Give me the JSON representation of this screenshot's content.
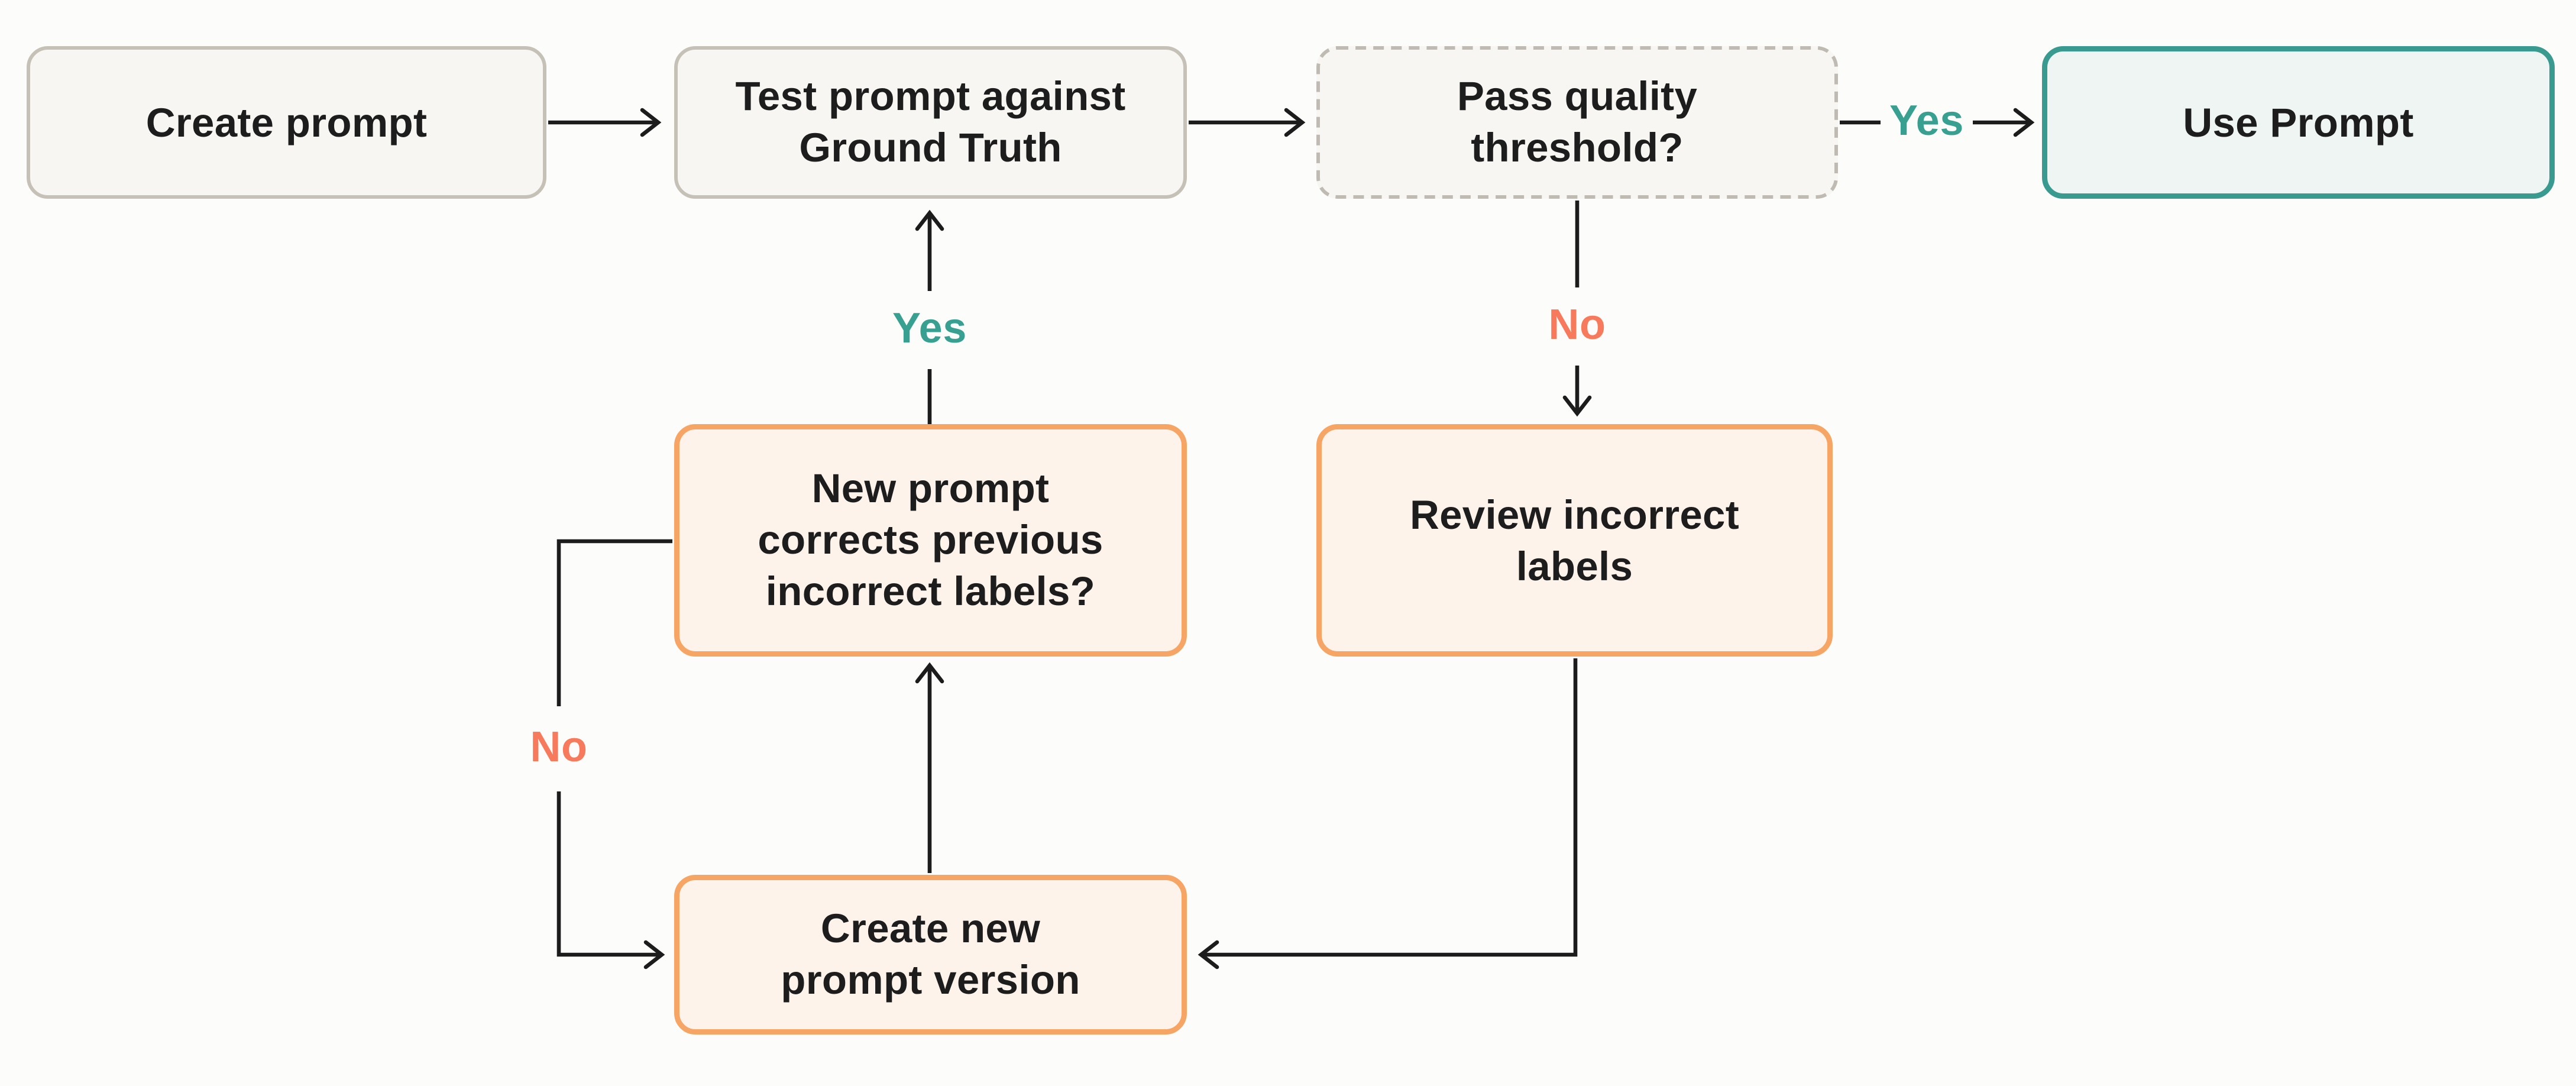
{
  "diagram": {
    "type": "flowchart",
    "background": "#fcfcfa",
    "colors": {
      "neutral_box_border": "#c6c1b7",
      "neutral_box_fill": "#f7f6f3",
      "decision_box_border_dashed": "#bfbbb2",
      "success_box_border": "#399a8f",
      "success_box_fill": "#eef5f3",
      "action_box_border": "#f6a564",
      "action_box_fill": "#fdf3ea",
      "yes_label": "#38a091",
      "no_label": "#f87a5c",
      "connector": "#1c1c1c",
      "text": "#1d1d1d"
    },
    "nodes": {
      "create_prompt": {
        "label": "Create prompt"
      },
      "test_prompt": {
        "label": "Test prompt against\nGround Truth"
      },
      "pass_quality": {
        "label": "Pass quality\nthreshold?"
      },
      "use_prompt": {
        "label": "Use Prompt"
      },
      "new_prompt_corrects": {
        "label": "New prompt\ncorrects previous\nincorrect labels?"
      },
      "review_labels": {
        "label": "Review incorrect\nlabels"
      },
      "create_new_version": {
        "label": "Create new\nprompt version"
      }
    },
    "edge_labels": {
      "yes_to_use_prompt": "Yes",
      "no_to_review_labels": "No",
      "yes_to_test_prompt": "Yes",
      "no_loop_to_new_version": "No"
    }
  }
}
